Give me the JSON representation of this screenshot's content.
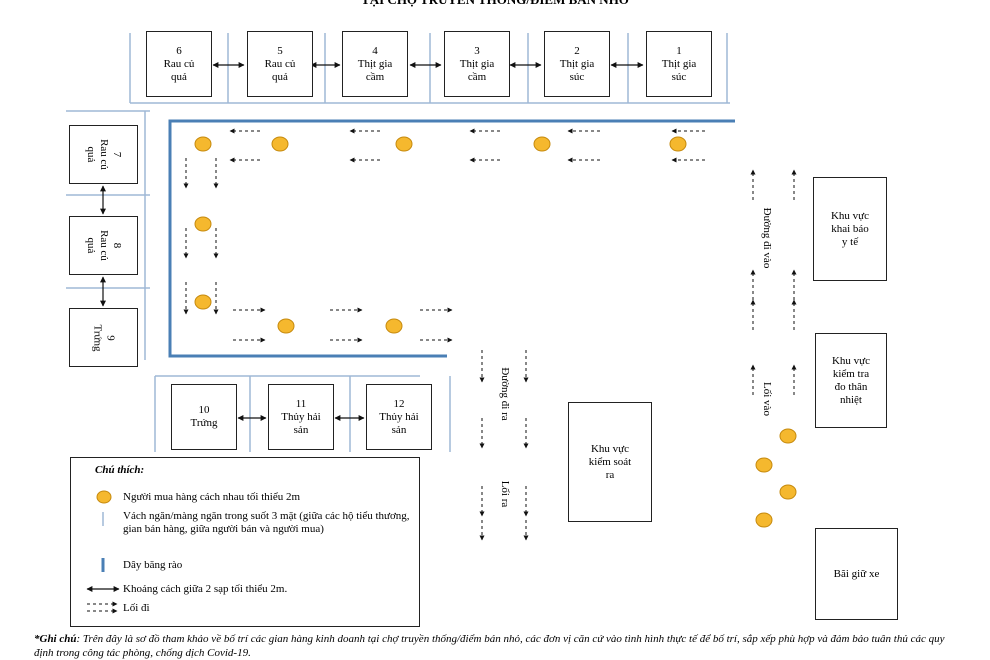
{
  "title": "TẠI CHỢ TRUYỀN THỐNG/ĐIỂM BÁN NHỎ",
  "stalls_top": [
    {
      "number": "6",
      "label": "Rau củ\nquả"
    },
    {
      "number": "5",
      "label": "Rau củ\nquả"
    },
    {
      "number": "4",
      "label": "Thịt gia\ncầm"
    },
    {
      "number": "3",
      "label": "Thịt gia\ncầm"
    },
    {
      "number": "2",
      "label": "Thịt gia\nsúc"
    },
    {
      "number": "1",
      "label": "Thịt gia\nsúc"
    }
  ],
  "stalls_left": [
    {
      "number": "7",
      "label": "Rau củ\nquả"
    },
    {
      "number": "8",
      "label": "Rau củ\nquả"
    },
    {
      "number": "9",
      "label": "Trứng"
    }
  ],
  "stalls_bottom": [
    {
      "number": "10",
      "label": "Trứng"
    },
    {
      "number": "11",
      "label": "Thủy hải\nsản"
    },
    {
      "number": "12",
      "label": "Thủy hải\nsản"
    }
  ],
  "zones": {
    "medical": "Khu vực\nkhai báo\ny tế",
    "temperature": "Khu vực\nkiểm tra\nđo thân\nnhiệt",
    "exit_control": "Khu vực\nkiểm soát\nra",
    "parking": "Bãi giữ xe"
  },
  "paths": {
    "road_in": "Đường đi vào",
    "entrance": "Lối vào",
    "road_out": "Đường đi ra",
    "exit": "Lối ra"
  },
  "legend": {
    "header": "Chú thích:",
    "buyer": "Người mua hàng cách nhau tối thiểu 2m",
    "partition": "Vách ngăn/màng ngăn trong suốt 3 mặt (giữa các hộ tiểu thương, gian bán hàng, giữa người bán và người mua)",
    "tape": "Dây băng rào",
    "distance": "Khoảng cách giữa 2 sạp tối thiểu 2m.",
    "walkway": "Lối đi"
  },
  "note": {
    "prefix": "*Ghi chú",
    "text": ": Trên đây là sơ đồ tham khảo về bố trí các gian hàng kinh doanh tại chợ truyền thống/điểm bán nhỏ, các đơn vị căn cứ vào tình hình thực tế để bố trí, sắp xếp phù hợp và đảm bảo tuân thủ các quy định trong công tác phòng, chống dịch Covid-19."
  },
  "colors": {
    "buyer_dot": "#F5B82E",
    "tape": "#4A7FB5",
    "partition": "#9FB8D6"
  }
}
